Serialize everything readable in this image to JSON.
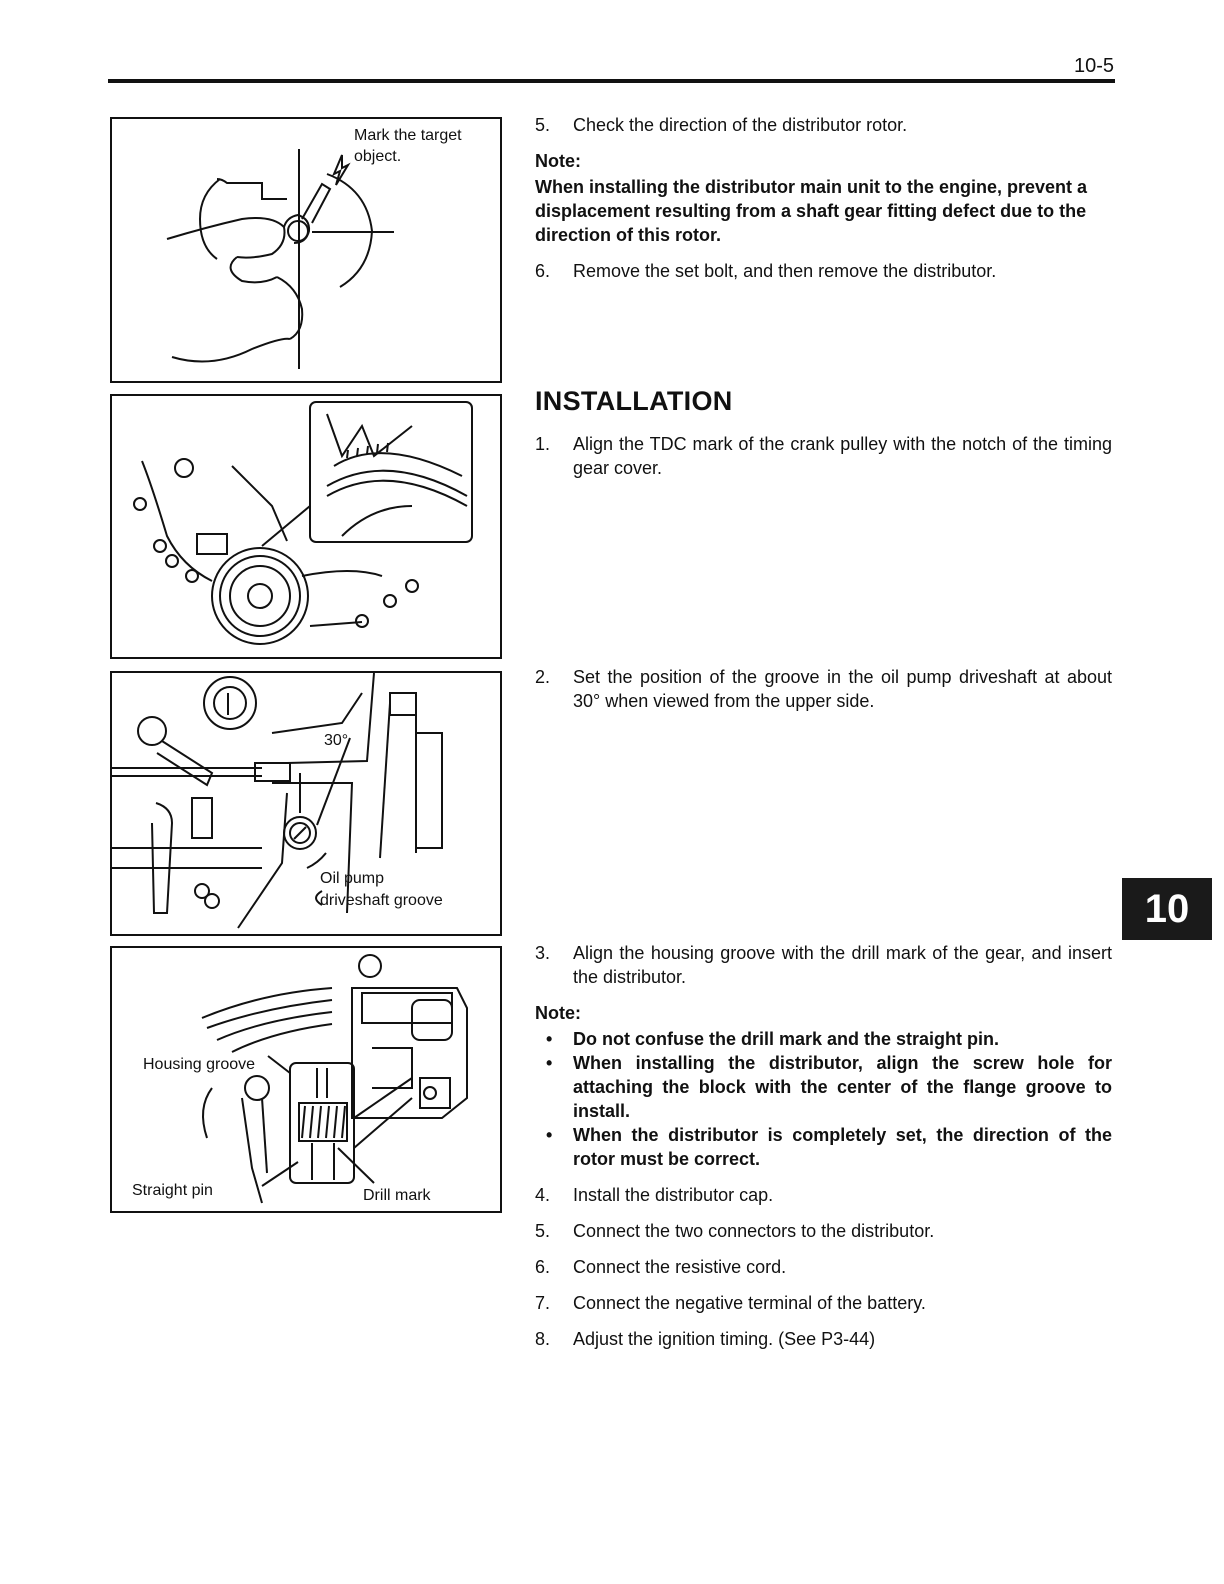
{
  "header": {
    "page_number": "10-5"
  },
  "figures": {
    "fig1": {
      "label": "Mark the target\nobject."
    },
    "fig3": {
      "angle_label": "30°",
      "groove_label_1": "Oil pump",
      "groove_label_2": "driveshaft groove"
    },
    "fig4": {
      "housing_label": "Housing groove",
      "pin_label": "Straight pin",
      "drill_label": "Drill mark"
    }
  },
  "removal": {
    "step5": {
      "num": "5.",
      "text": "Check the direction of the distributor rotor."
    },
    "note_label": "Note:",
    "note_text": "When installing the distributor main unit to the engine, prevent a displacement resulting from a shaft gear fitting defect due to the direction of this rotor.",
    "step6": {
      "num": "6.",
      "text": "Remove the set bolt, and then remove the distributor."
    }
  },
  "installation": {
    "title": "INSTALLATION",
    "step1": {
      "num": "1.",
      "text": "Align the TDC mark of the crank pulley with the notch of the timing gear cover."
    },
    "step2": {
      "num": "2.",
      "text": "Set the position of the groove in the oil pump driveshaft at about 30° when viewed from the upper side."
    },
    "step3": {
      "num": "3.",
      "text": "Align the housing groove with the drill mark of the gear, and insert the distributor."
    },
    "note_label": "Note:",
    "bullets": [
      "Do not confuse the drill mark and the straight pin.",
      "When installing the distributor, align the screw hole for attaching the block with the center of the flange groove to install.",
      "When the distributor is completely set, the direction of the rotor must be correct."
    ],
    "bullet_symbol": "•",
    "step4": {
      "num": "4.",
      "text": "Install the distributor cap."
    },
    "step5": {
      "num": "5.",
      "text": "Connect the two connectors to the distributor."
    },
    "step6": {
      "num": "6.",
      "text": "Connect the resistive cord."
    },
    "step7": {
      "num": "7.",
      "text": "Connect the negative terminal of the battery."
    },
    "step8": {
      "num": "8.",
      "text": "Adjust the ignition timing. (See P3-44)"
    }
  },
  "chapter_tab": "10"
}
